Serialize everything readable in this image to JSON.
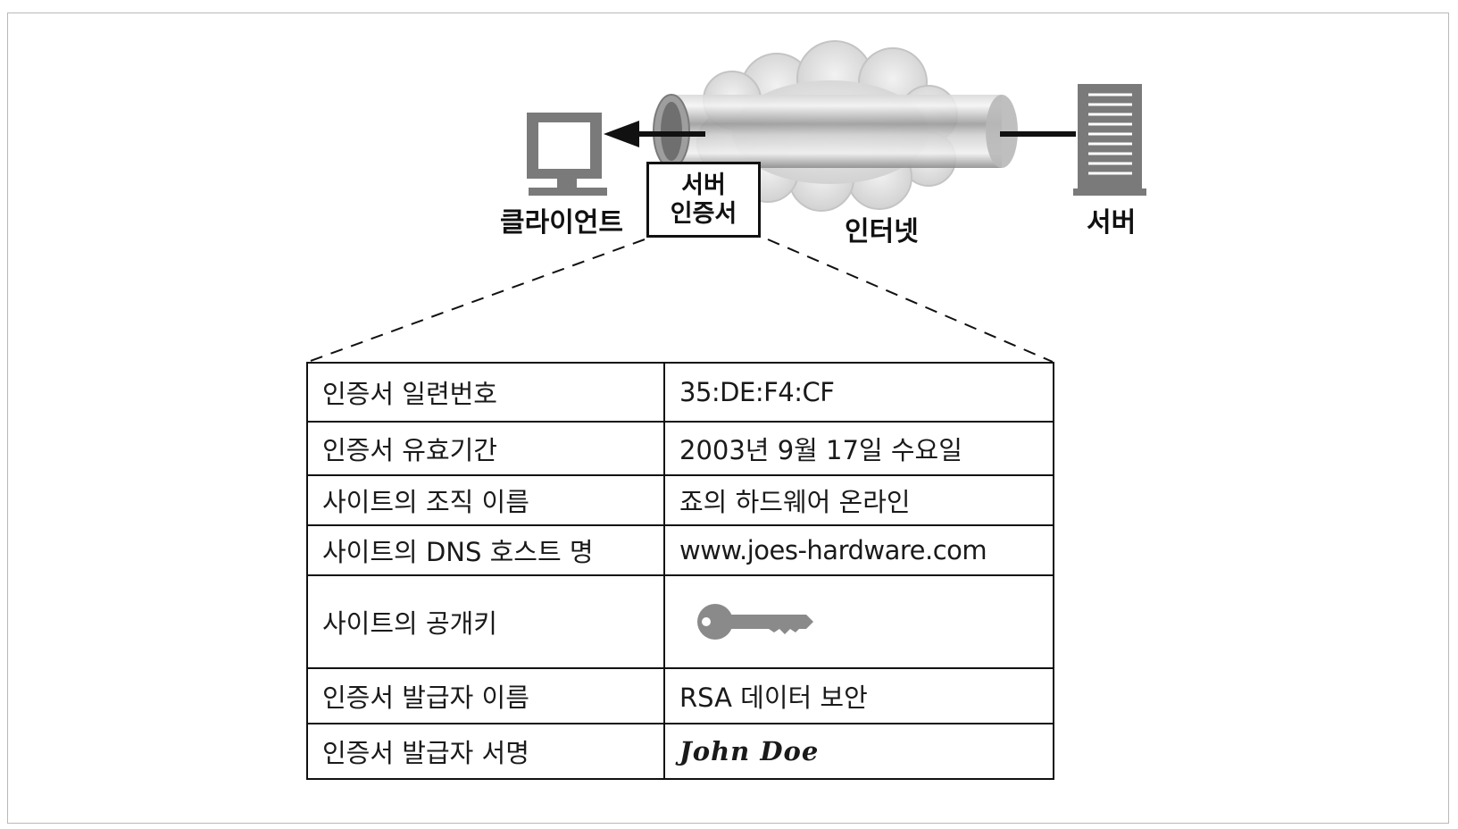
{
  "diagram": {
    "client_label": "클라이언트",
    "server_label": "서버",
    "internet_label": "인터넷",
    "cert_box": {
      "line1": "서버",
      "line2": "인증서"
    }
  },
  "certificate": {
    "rows": [
      {
        "key": "인증서 일련번호",
        "value": "35:DE:F4:CF"
      },
      {
        "key": "인증서 유효기간",
        "value": "2003년 9월 17일 수요일"
      },
      {
        "key": "사이트의 조직 이름",
        "value": "죠의 하드웨어 온라인"
      },
      {
        "key": "사이트의 DNS 호스트 명",
        "value": "www.joes-hardware.com"
      },
      {
        "key": "사이트의 공개키",
        "value_icon": "key-icon"
      },
      {
        "key": "인증서 발급자 이름",
        "value": "RSA 데이터 보안"
      },
      {
        "key": "인증서 발급자 서명",
        "value": "John Doe"
      }
    ]
  }
}
